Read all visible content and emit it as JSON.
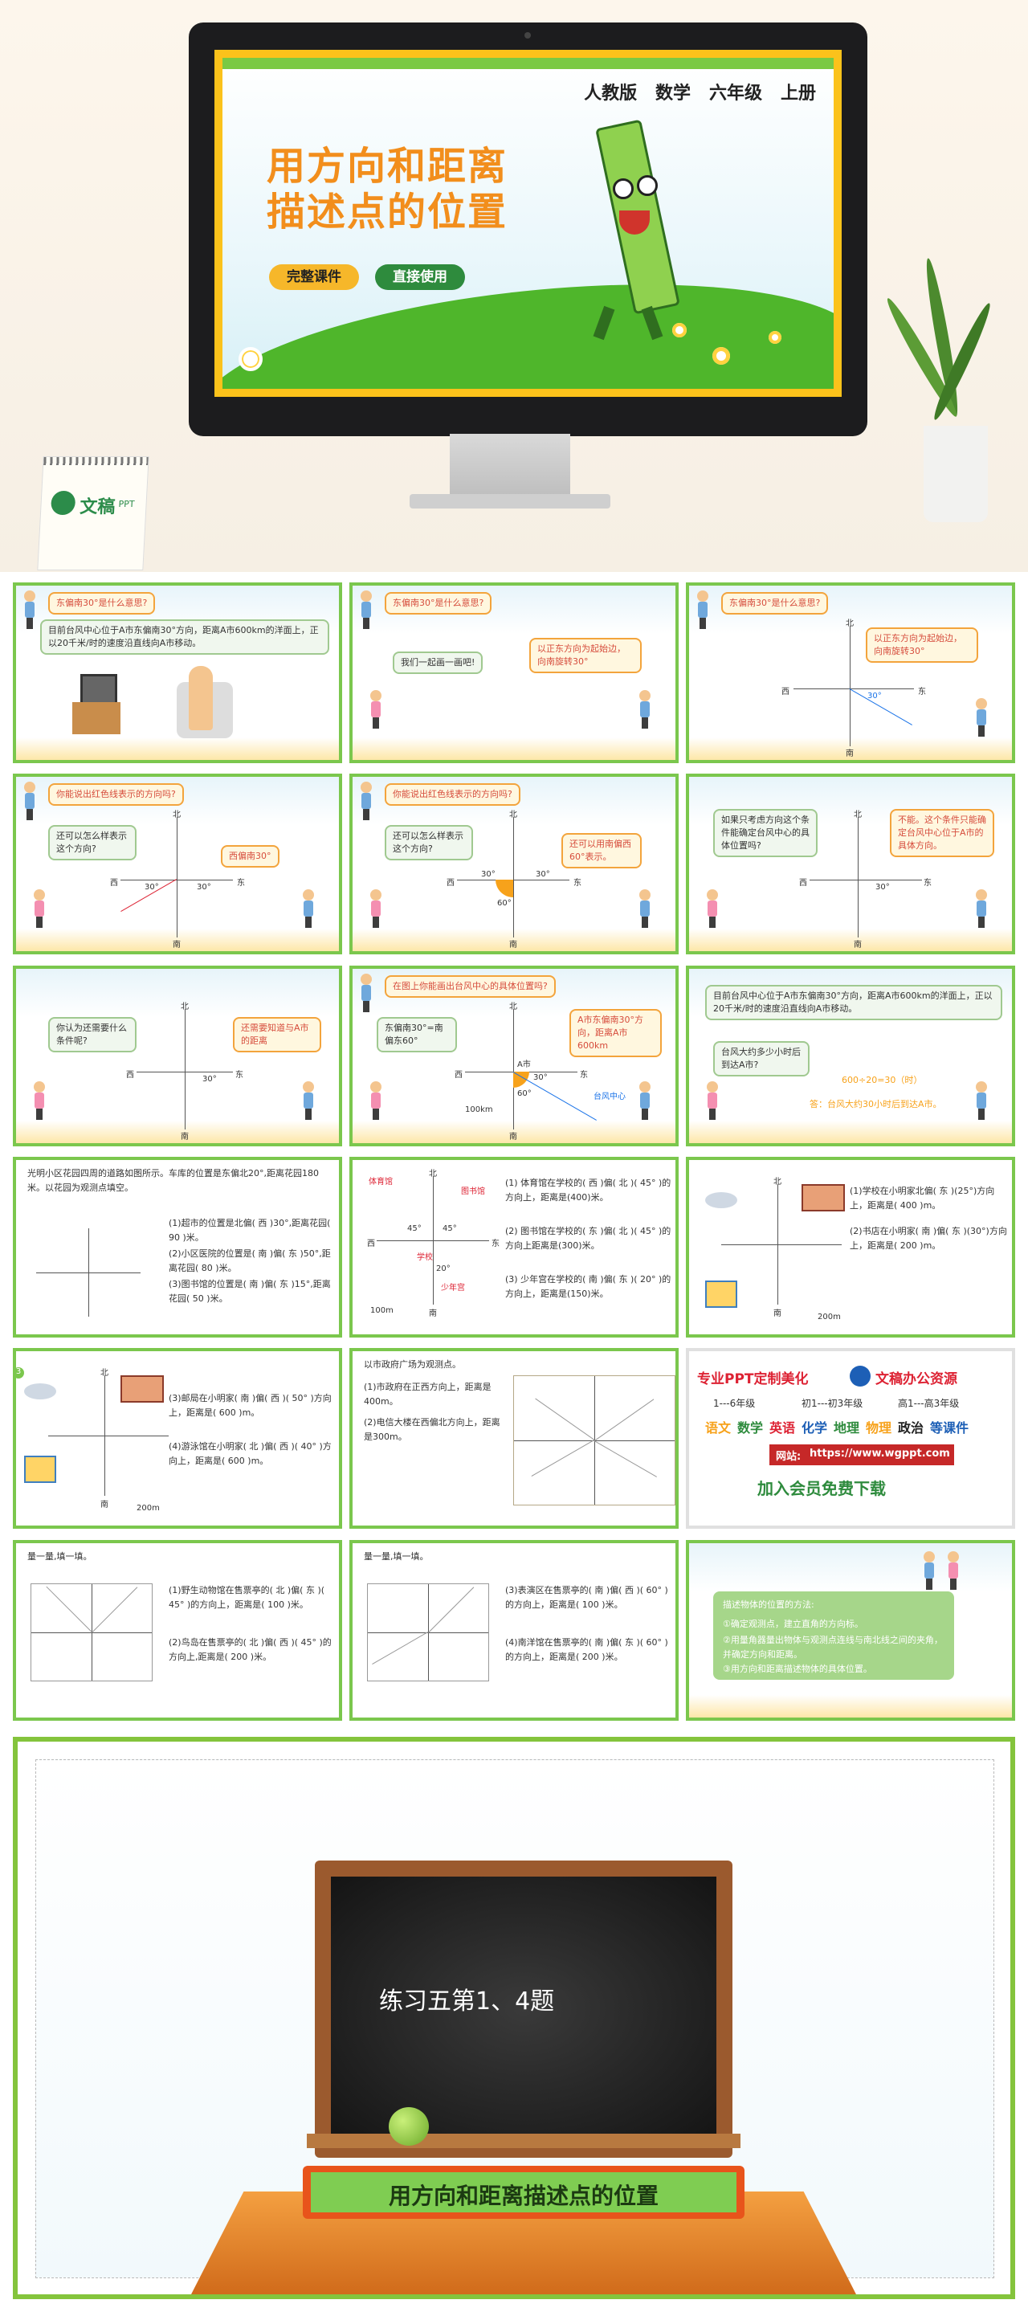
{
  "hero": {
    "edition": "人教版   数学   六年级   上册",
    "title_line1": "用方向和距离",
    "title_line2": "描述点的位置",
    "pill_complete": "完整课件",
    "pill_direct": "直接使用",
    "calendar_brand": "文稿",
    "calendar_brand2": "PPT"
  },
  "slides": {
    "s1": {
      "q": "东偏南30°是什么意思?",
      "text": "目前台风中心位于A市东偏南30°方向，距离A市600km的洋面上，正以20千米/时的速度沿直线向A市移动。"
    },
    "s2": {
      "q": "东偏南30°是什么意思?",
      "b1": "我们一起画一画吧!",
      "b2": "以正东方向为起始边，向南旋转30°"
    },
    "s3": {
      "q": "东偏南30°是什么意思?",
      "b1": "以正东方向为起始边，向南旋转30°",
      "north": "北",
      "east": "东",
      "west": "西",
      "south": "南",
      "deg": "30°"
    },
    "s4": {
      "q": "你能说出红色线表示的方向吗?",
      "b1": "还可以怎么样表示这个方向?",
      "b2": "西偏南30°",
      "north": "北",
      "east": "东",
      "west": "西",
      "south": "南",
      "deg1": "30°",
      "deg2": "30°"
    },
    "s5": {
      "q": "你能说出红色线表示的方向吗?",
      "b1": "还可以怎么样表示这个方向?",
      "b2": "还可以用南偏西60°表示。",
      "north": "北",
      "east": "东",
      "west": "西",
      "south": "南",
      "deg1": "30°",
      "deg2": "60°",
      "deg3": "30°"
    },
    "s6": {
      "b1": "如果只考虑方向这个条件能确定台风中心的具体位置吗?",
      "b2": "不能。这个条件只能确定台风中心位于A市的具体方向。",
      "north": "北",
      "east": "东",
      "west": "西",
      "south": "南",
      "deg": "30°"
    },
    "s7": {
      "b1": "你认为还需要什么条件呢?",
      "b2": "还需要知道与A市的距离",
      "north": "北",
      "east": "东",
      "west": "西",
      "south": "南",
      "deg": "30°"
    },
    "s8": {
      "q": "在图上你能画出台风中心的具体位置吗?",
      "b1": "东偏南30°=南偏东60°",
      "b2": "A市东偏南30°方向，距离A市600km",
      "north": "北",
      "east": "东",
      "west": "西",
      "south": "南",
      "city": "A市",
      "deg1": "30°",
      "deg2": "60°",
      "center": "台风中心",
      "scale": "100km"
    },
    "s9": {
      "text": "目前台风中心位于A市东偏南30°方向，距离A市600km的洋面上，正以20千米/时的速度沿直线向A市移动。",
      "b1": "台风大约多少小时后到达A市?",
      "calc": "600÷20=30（时）",
      "ans": "答：台风大约30小时后到达A市。"
    },
    "s10": {
      "text": "光明小区花园四周的道路如图所示。车库的位置是东偏北20°,距离花园180米。以花园为观测点填空。",
      "l1": "(1)超市的位置是北偏(  西  )30°,距离花园(  90  )米。",
      "l2": "(2)小区医院的位置是(  南  )偏(  东  )50°,距离花园(  80  )米。",
      "l3": "(3)图书馆的位置是(  南  )偏(  东  )15°,距离花园(  50  )米。"
    },
    "s11": {
      "l1": "(1) 体育馆在学校的( 西 )偏( 北 )( 45° )的方向上，距离是(400)米。",
      "l2": "(2) 图书馆在学校的( 东 )偏( 北 )( 45° )的方向上距离是(300)米。",
      "l3": "(3) 少年宫在学校的( 南 )偏( 东 )( 20° )的方向上，距离是(150)米。",
      "n1": "体育馆",
      "n2": "图书馆",
      "n3": "学校",
      "n4": "少年宫",
      "scale": "100m",
      "north": "北",
      "west": "西",
      "east": "东",
      "south": "南",
      "d1": "45°",
      "d2": "45°",
      "d3": "20°"
    },
    "s12": {
      "l1": "(1)学校在小明家北偏( 东 )(25°)方向上，距离是( 400 )m。",
      "l2": "(2)书店在小明家( 南 )偏( 东 )(30°)方向上，距离是( 200 )m。",
      "scale": "200m",
      "north": "北",
      "south": "南"
    },
    "s13": {
      "num": "3",
      "l1": "(3)邮局在小明家( 南 )偏( 西 )( 50° )方向上，距离是( 600 )m。",
      "l2": "(4)游泳馆在小明家( 北 )偏( 西 )( 40° )方向上，距离是( 600 )m。",
      "scale": "200m",
      "north": "北",
      "south": "南"
    },
    "s14": {
      "intro": "以市政府广场为观测点。",
      "l1": "(1)市政府在正西方向上，距离是400m。",
      "l2": "(2)电信大楼在西偏北方向上，距离是300m。"
    },
    "s15": {
      "h1": "专业PPT定制美化",
      "brand": "文稿办公资源",
      "g1": "1---6年级",
      "g2": "初1---初3年级",
      "g3": "高1---高3年级",
      "sub_chinese": "语文",
      "sub_math": "数学",
      "sub_english": "英语",
      "sub_chem": "化学",
      "sub_geo": "地理",
      "sub_phys": "物理",
      "sub_pol": "政治",
      "sub_etc": "等课件",
      "site_label": "网站:",
      "site_url": "https://www.wgppt.com",
      "cta": "加入会员免费下载"
    },
    "s16": {
      "head": "量一量,填一填。",
      "l1": "(1)野生动物馆在售票亭的( 北 )偏( 东 )( 45° )的方向上，距离是( 100 )米。",
      "l2": "(2)鸟岛在售票亭的( 北 )偏( 西 )( 45° )的方向上,距离是( 200 )米。"
    },
    "s17": {
      "head": "量一量,填一填。",
      "l1": "(3)表演区在售票亭的( 南 )偏( 西 )( 60° )的方向上，距离是( 100 )米。",
      "l2": "(4)南洋馆在售票亭的( 南 )偏( 东 )( 60° )的方向上，距离是( 200 )米。"
    },
    "s18": {
      "title": "描述物体的位置的方法:",
      "p1": "①确定观测点，建立直角的方向标。",
      "p2": "②用量角器量出物体与观测点连线与南北线之间的夹角，并确定方向和距离。",
      "p3": "③用方向和距离描述物体的具体位置。"
    }
  },
  "bottom": {
    "board_text": "练习五第1、4题",
    "banner_text": "用方向和距离描述点的位置"
  }
}
